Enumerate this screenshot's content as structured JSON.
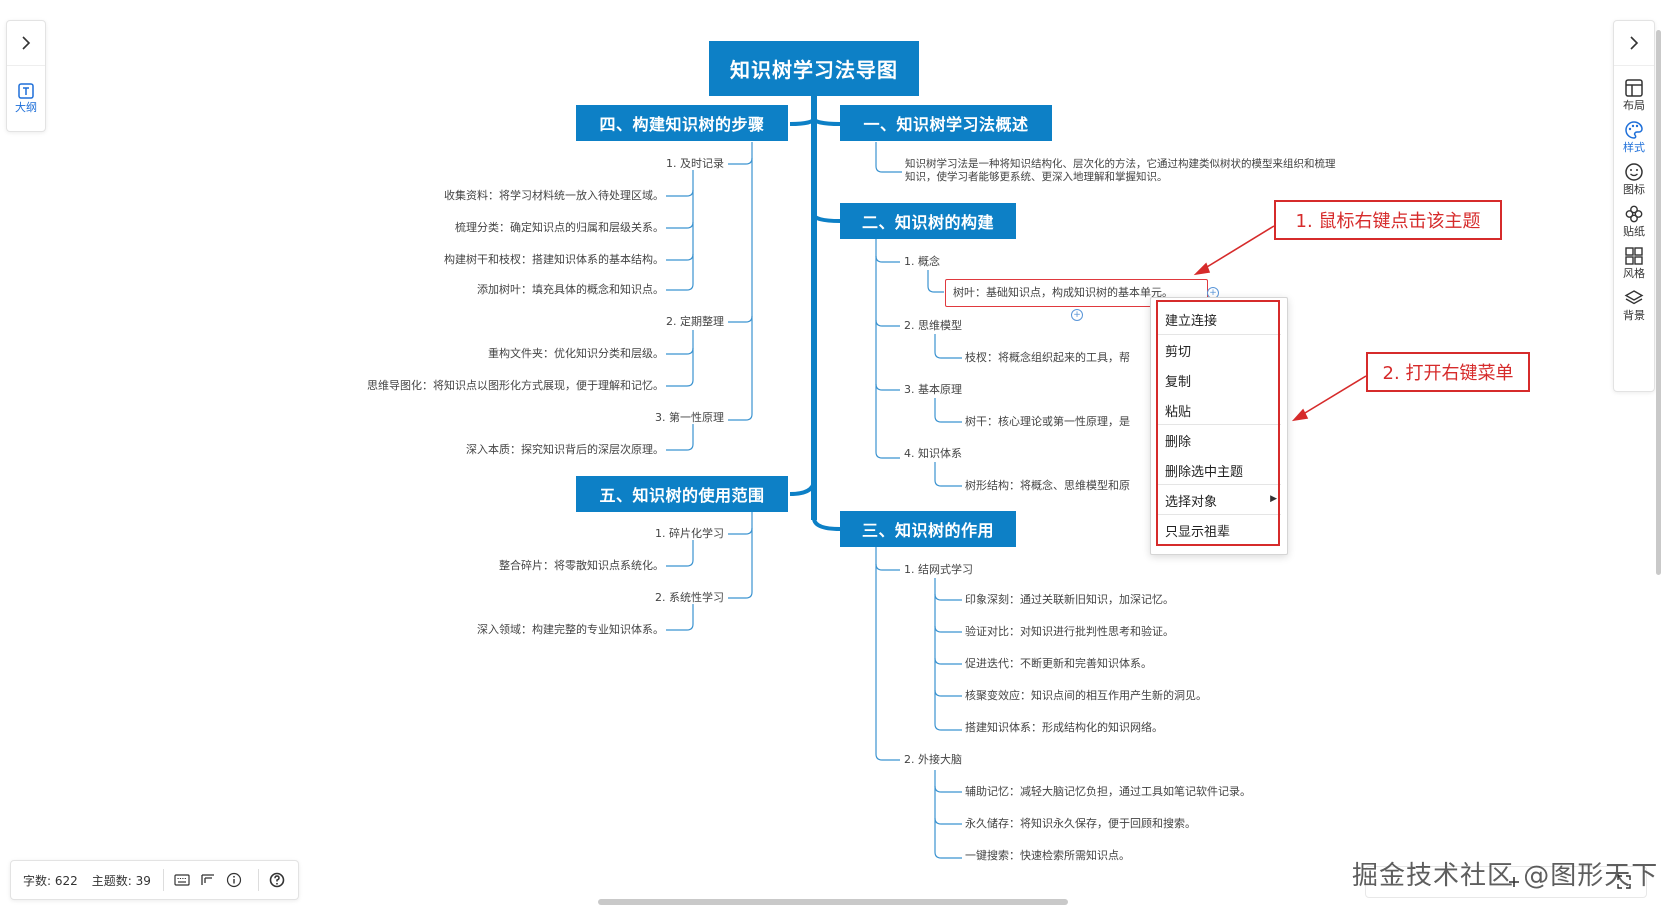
{
  "left_panel": {
    "outline_label": "大纲"
  },
  "right_panel": {
    "tools": [
      {
        "label": "布局",
        "icon": "layout-icon"
      },
      {
        "label": "样式",
        "icon": "palette-icon"
      },
      {
        "label": "图标",
        "icon": "smiley-icon"
      },
      {
        "label": "贴纸",
        "icon": "sticker-icon"
      },
      {
        "label": "风格",
        "icon": "grid-style-icon"
      },
      {
        "label": "背景",
        "icon": "layers-icon"
      }
    ]
  },
  "mindmap": {
    "root": "知识树学习法导图",
    "b1": {
      "title": "一、知识树学习法概述",
      "desc": "知识树学习法是一种将知识结构化、层次化的方法，它通过构建类似树状的模型来组织和梳理知识，使学习者能够更系统、更深入地理解和掌握知识。"
    },
    "b2": {
      "title": "二、知识树的构建",
      "items": [
        {
          "label": "1. 概念",
          "leaf": "树叶：基础知识点，构成知识树的基本单元。"
        },
        {
          "label": "2. 思维模型",
          "leaf": "枝杈：将概念组织起来的工具，帮"
        },
        {
          "label": "3. 基本原理",
          "leaf": "树干：核心理论或第一性原理，是"
        },
        {
          "label": "4. 知识体系",
          "leaf": "树形结构：将概念、思维模型和原"
        }
      ]
    },
    "b3": {
      "title": "三、知识树的作用",
      "sub1": {
        "label": "1. 结网式学习",
        "leaves": [
          "印象深刻：通过关联新旧知识，加深记忆。",
          "验证对比：对知识进行批判性思考和验证。",
          "促进迭代：不断更新和完善知识体系。",
          "核聚变效应：知识点间的相互作用产生新的洞见。",
          "搭建知识体系：形成结构化的知识网络。"
        ]
      },
      "sub2": {
        "label": "2. 外接大脑",
        "leaves": [
          "辅助记忆：减轻大脑记忆负担，通过工具如笔记软件记录。",
          "永久储存：将知识永久保存，便于回顾和搜索。",
          "一键搜索：快速检索所需知识点。"
        ]
      }
    },
    "b4": {
      "title": "四、构建知识树的步骤",
      "sub1": {
        "label": "1. 及时记录",
        "leaves": [
          "收集资料：将学习材料统一放入待处理区域。",
          "梳理分类：确定知识点的归属和层级关系。",
          "构建树干和枝杈：搭建知识体系的基本结构。",
          "添加树叶：填充具体的概念和知识点。"
        ]
      },
      "sub2": {
        "label": "2. 定期整理",
        "leaves": [
          "重构文件夹：优化知识分类和层级。",
          "思维导图化：将知识点以图形化方式展现，便于理解和记忆。"
        ]
      },
      "sub3": {
        "label": "3. 第一性原理",
        "leaves": [
          "深入本质：探究知识背后的深层次原理。"
        ]
      }
    },
    "b5": {
      "title": "五、知识树的使用范围",
      "sub1": {
        "label": "1. 碎片化学习",
        "leaves": [
          "整合碎片：将零散知识点系统化。"
        ]
      },
      "sub2": {
        "label": "2. 系统性学习",
        "leaves": [
          "深入领域：构建完整的专业知识体系。"
        ]
      }
    }
  },
  "context_menu": {
    "items": [
      "建立连接",
      "剪切",
      "复制",
      "粘贴",
      "删除",
      "删除选中主题",
      "选择对象",
      "只显示祖辈"
    ]
  },
  "callouts": {
    "c1": "1. 鼠标右键点击该主题",
    "c2": "2. 打开右键菜单"
  },
  "status": {
    "word_count": "字数: 622",
    "topic_count": "主题数: 39"
  },
  "watermark": "掘金技术社区 @图形天下",
  "colors": {
    "branch": "#0d80c6",
    "line": "#0d80c6",
    "highlight": "#d62b2b"
  }
}
